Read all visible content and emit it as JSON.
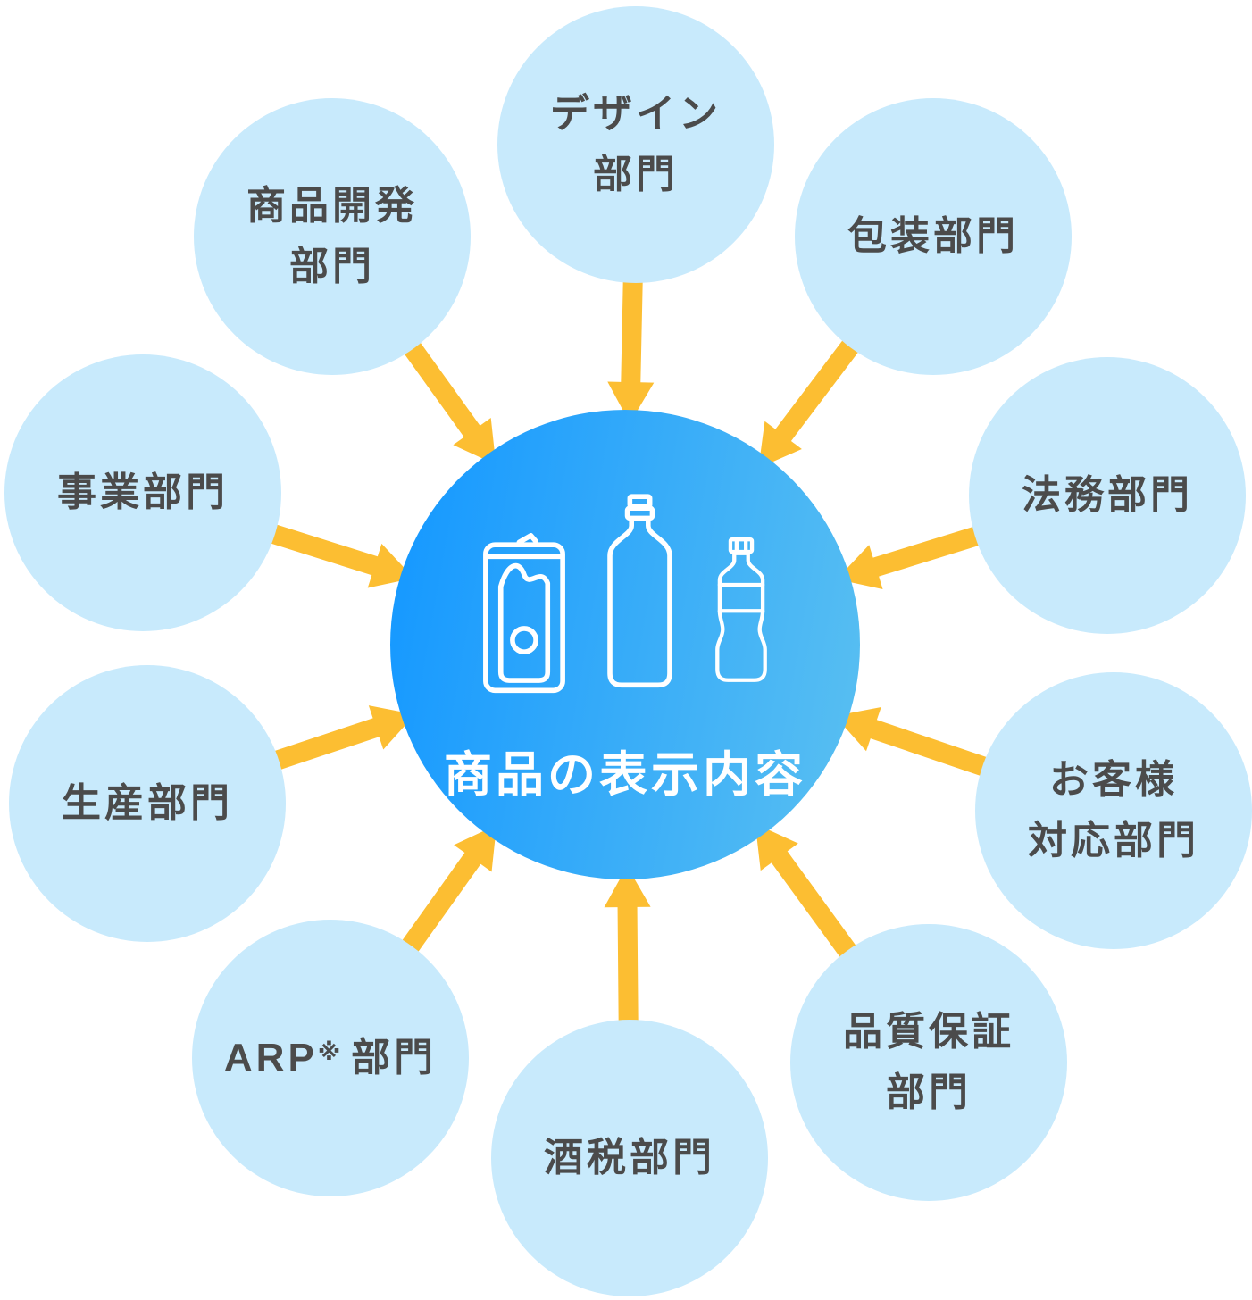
{
  "colors": {
    "node_fill": "#c8eafc",
    "node_text": "#4b4b4b",
    "arrow": "#fcbe32",
    "center_gradient_left": "#189aff",
    "center_gradient_right": "#55bdf2",
    "center_text": "#ffffff",
    "icon_stroke": "#ffffff"
  },
  "center": {
    "title": "商品の表示内容",
    "icons": [
      "can-icon",
      "bottle-icon",
      "pet-bottle-icon"
    ]
  },
  "nodes": [
    {
      "id": "design",
      "label": "デザイン\n部門"
    },
    {
      "id": "packaging",
      "label": "包装部門"
    },
    {
      "id": "legal",
      "label": "法務部門"
    },
    {
      "id": "customer-service",
      "label": "お客様\n対応部門"
    },
    {
      "id": "quality-assurance",
      "label": "品質保証\n部門"
    },
    {
      "id": "liquor-tax",
      "label": "酒税部門"
    },
    {
      "id": "arp",
      "parts": {
        "prefix": "ARP",
        "ref_mark": "※",
        "suffix": "部門"
      }
    },
    {
      "id": "production",
      "label": "生産部門"
    },
    {
      "id": "business",
      "label": "事業部門"
    },
    {
      "id": "product-development",
      "label": "商品開発\n部門"
    }
  ]
}
